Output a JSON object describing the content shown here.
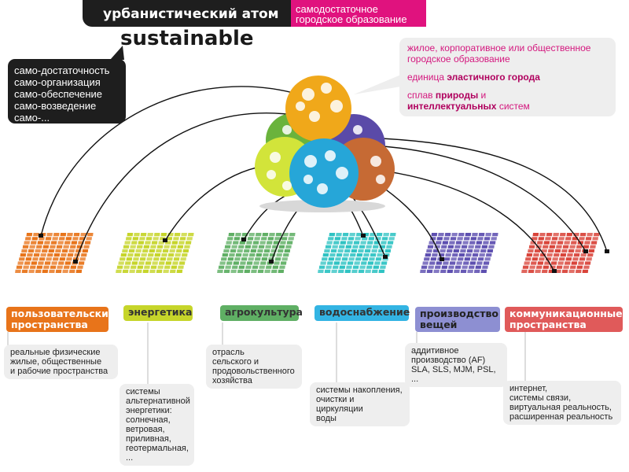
{
  "header": {
    "title": "урбанистический атом",
    "tag_line1": "самодостаточное",
    "tag_line2": "городское образование",
    "subtitle": "sustainable"
  },
  "left_bubble": [
    "само-достаточность",
    "само-организация",
    "само-обеспечение",
    "само-возведение",
    "само-..."
  ],
  "right_bubble": {
    "line1": "жилое, корпоративное или общественное",
    "line2": "городское образование",
    "line3_prefix": "единица ",
    "line3_bold": "эластичного города",
    "line4_prefix": "сплав ",
    "line4_bold1": "природы",
    "line4_mid": " и",
    "line4_bold2": "интеллектуальных",
    "line4_suffix": " систем"
  },
  "categories": [
    {
      "label1": "пользовательские",
      "label2": "пространства",
      "color": "#e8741a",
      "desc": [
        "реальные физические",
        "жилые, общественные",
        "и рабочие пространства"
      ]
    },
    {
      "label1": "энергетика",
      "label2": "",
      "color": "#c6d52a",
      "desc": [
        "системы",
        "альтернативной",
        "энергетики:",
        "солнечная,",
        "ветровая,",
        "приливная,",
        "геотермальная,",
        "..."
      ]
    },
    {
      "label1": "агрокультура",
      "label2": "",
      "color": "#5faf64",
      "desc": [
        "отрасль",
        "сельского и",
        "продовольственного",
        "хозяйства"
      ]
    },
    {
      "label1": "водоснабжение",
      "label2": "",
      "color": "#33b4e3",
      "desc": [
        "системы накопления,",
        "очистки и циркуляции",
        "воды"
      ]
    },
    {
      "label1": "производство",
      "label2": "вещей",
      "color": "#8d8fd2",
      "desc": [
        "аддитивное",
        "производство (AF)",
        "SLA, SLS, MJM, PSL, ..."
      ]
    },
    {
      "label1": "коммуникационные",
      "label2": "пространства",
      "color": "#e05a5a",
      "desc": [
        "интернет,",
        "системы связи,",
        "виртуальная реальность,",
        "расширенная реальность"
      ]
    }
  ],
  "colors": {
    "dark": "#1e1e1e",
    "accent": "#e0127e",
    "grid_orange": "#e8741a",
    "grid_yellow": "#c6d52a",
    "grid_green": "#5faf64",
    "grid_teal": "#2fc3c3",
    "grid_purple": "#5d4fb0",
    "grid_red": "#d9443a"
  }
}
